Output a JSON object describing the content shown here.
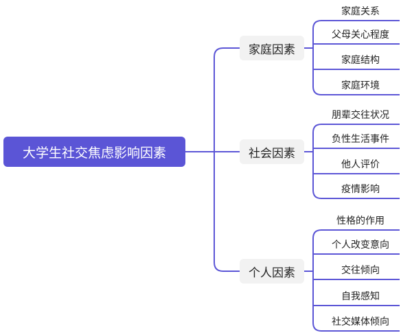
{
  "colors": {
    "accent": "#5b55d6",
    "branch_bg": "#f2f2f2",
    "text": "#222222"
  },
  "root": {
    "label": "大学生社交焦虑影响因素"
  },
  "branches": [
    {
      "label": "家庭因素",
      "leaves": [
        "家庭关系",
        "父母关心程度",
        "家庭结构",
        "家庭环境"
      ]
    },
    {
      "label": "社会因素",
      "leaves": [
        "朋辈交往状况",
        "负性生活事件",
        "他人评价",
        "疫情影响"
      ]
    },
    {
      "label": "个人因素",
      "leaves": [
        "性格的作用",
        "个人改变意向",
        "交往倾向",
        "自我感知",
        "社交媒体倾向"
      ]
    }
  ]
}
